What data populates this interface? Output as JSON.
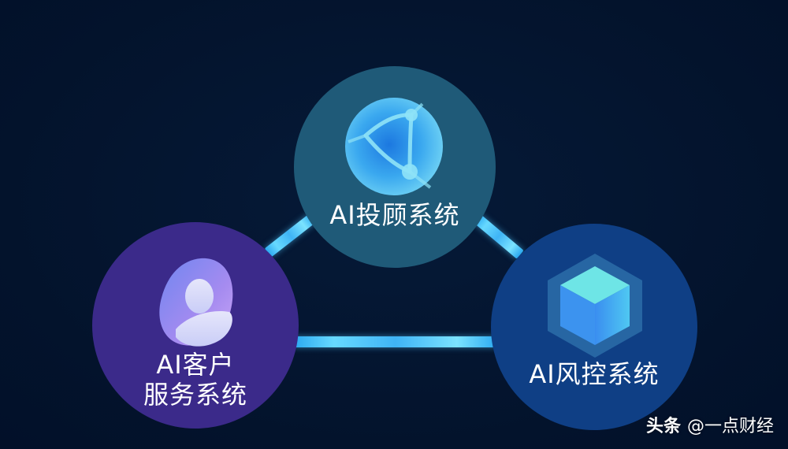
{
  "diagram": {
    "background_color": "#04152f",
    "nodes": [
      {
        "id": "top",
        "label": "AI投顾系统",
        "icon": "globe-network-icon",
        "color": "#1f5a78"
      },
      {
        "id": "left",
        "label_line1": "AI客户",
        "label_line2": "服务系统",
        "icon": "user-profile-icon",
        "color": "#3b2a8a"
      },
      {
        "id": "right",
        "label": "AI风控系统",
        "icon": "cube-icon",
        "color": "#0f3f85"
      }
    ],
    "connectors": [
      {
        "from": "left",
        "to": "top"
      },
      {
        "from": "top",
        "to": "right"
      },
      {
        "from": "left",
        "to": "right"
      }
    ],
    "connector_color": "#4fc3f7"
  },
  "watermark": {
    "brand": "头条",
    "handle": "@一点财经"
  }
}
